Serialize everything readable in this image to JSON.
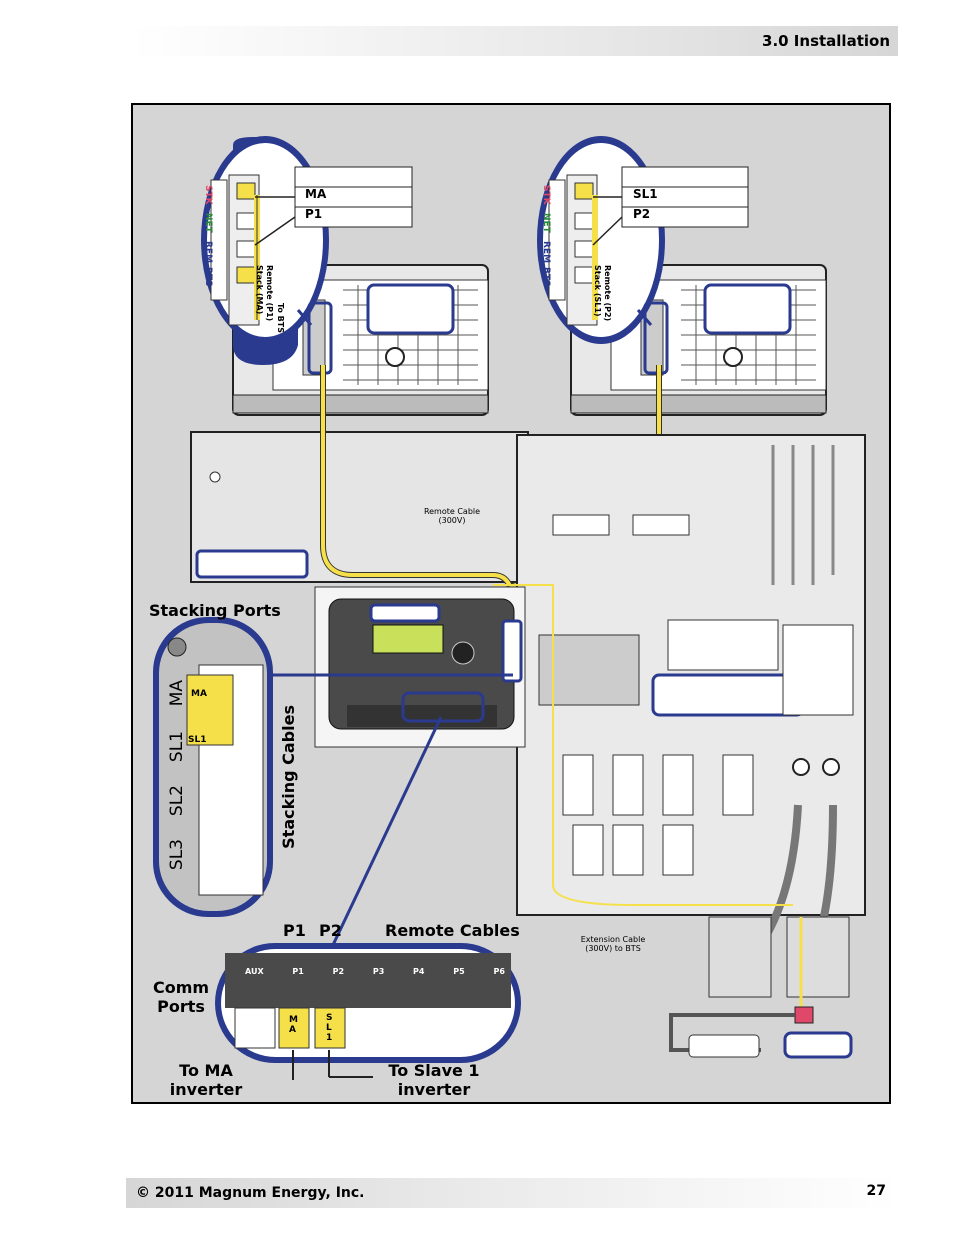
{
  "header": {
    "section": "3.0 Installation"
  },
  "footer": {
    "copyright": "© 2011 Magnum Energy, Inc.",
    "page": "27"
  },
  "figure": {
    "inverter_left": {
      "port_top": "MA",
      "port_bottom": "P1",
      "cable_note_line1": "Stack (MA)",
      "cable_note_line2": "Remote (P1)",
      "cable_note_line3": "To BTS"
    },
    "inverter_right": {
      "port_top": "SL1",
      "port_bottom": "P2",
      "cable_note_line1": "Stack (SL1)",
      "cable_note_line2": "Remote (P2)"
    },
    "port_labels": [
      "STK",
      "NET",
      "REM",
      "BTS"
    ],
    "remote_cable_note": "Remote Cable (300V)",
    "remote_cable_line1": "Remote Cable",
    "remote_cable_line2": "(300V)",
    "extension_cable_line1": "Extension Cable",
    "extension_cable_line2": "(300V) to BTS",
    "stacking_ports_title": "Stacking Ports",
    "stacking_cables_title": "Stacking Cables",
    "stack_ports": [
      "MA",
      "SL1",
      "SL2",
      "SL3"
    ],
    "stack_plug_ma": "MA",
    "stack_plug_sl1": "SL1",
    "comm_p1": "P1",
    "comm_p2": "P2",
    "remote_cables_title": "Remote Cables",
    "comm_ports_line1": "Comm",
    "comm_ports_line2": "Ports",
    "comm_port_names": [
      "AUX",
      "P1",
      "P2",
      "P3",
      "P4",
      "P5",
      "P6"
    ],
    "plug_ma": [
      "M",
      "A"
    ],
    "plug_sl1": [
      "S",
      "L",
      "1"
    ],
    "to_ma_line1": "To MA",
    "to_ma_line2": "inverter",
    "to_slave_line1": "To Slave 1",
    "to_slave_line2": "inverter"
  },
  "colors": {
    "callout_blue": "#2a3a8f",
    "cable_yellow": "#f5e04a",
    "display_green": "#c8e05a",
    "plug_red": "#e0486a"
  }
}
